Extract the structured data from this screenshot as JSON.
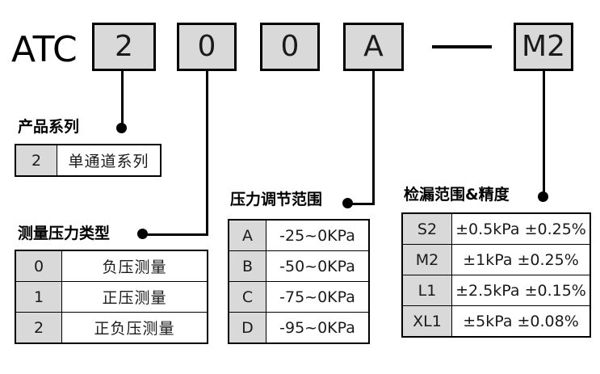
{
  "model_code": {
    "brand": "ATC",
    "segments": [
      {
        "value": "2",
        "name": "series-digit"
      },
      {
        "value": "0",
        "name": "pressure-type-digit"
      },
      {
        "value": "0",
        "name": "spare-digit"
      },
      {
        "value": "A",
        "name": "adjust-range-letter"
      },
      {
        "value": "M2",
        "name": "leak-range-code"
      }
    ],
    "separator": "—"
  },
  "sections": {
    "product_series": {
      "title": "产品系列",
      "rows": [
        {
          "key": "2",
          "value": "单通道系列"
        }
      ]
    },
    "pressure_type": {
      "title": "测量压力类型",
      "rows": [
        {
          "key": "0",
          "value": "负压测量"
        },
        {
          "key": "1",
          "value": "正压测量"
        },
        {
          "key": "2",
          "value": "正负压测量"
        }
      ]
    },
    "adjust_range": {
      "title": "压力调节范围",
      "rows": [
        {
          "key": "A",
          "value": "-25~0KPa"
        },
        {
          "key": "B",
          "value": "-50~0KPa"
        },
        {
          "key": "C",
          "value": "-75~0KPa"
        },
        {
          "key": "D",
          "value": "-95~0KPa"
        }
      ]
    },
    "leak_range": {
      "title": "检漏范围&精度",
      "rows": [
        {
          "key": "S2",
          "value": "±0.5kPa ±0.25%"
        },
        {
          "key": "M2",
          "value": "±1kPa ±0.25%"
        },
        {
          "key": "L1",
          "value": "±2.5kPa ±0.15%"
        },
        {
          "key": "XL1",
          "value": "±5kPa ±0.08%"
        }
      ]
    }
  },
  "colors": {
    "fill_grey": "#d9d9d9",
    "line_black": "#000000",
    "background": "#ffffff"
  }
}
